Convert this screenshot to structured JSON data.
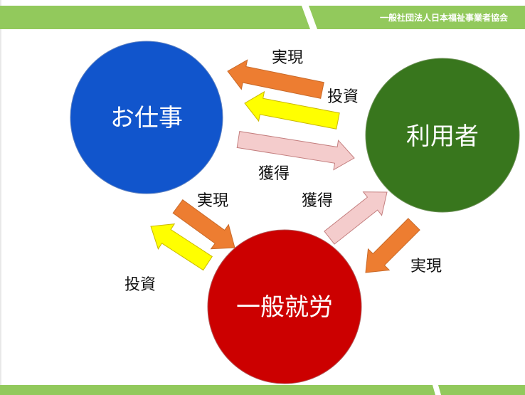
{
  "header": {
    "org_name": "一般社団法人日本福祉事業者協会"
  },
  "colors": {
    "bar_green": "#92c95c",
    "bar_light": "#c8e4a8",
    "circle_work": "#1155cc",
    "circle_user": "#38761d",
    "circle_general": "#cc0000",
    "arrow_orange": "#ed7d31",
    "arrow_yellow": "#ffff00",
    "arrow_pink": "#f4cccc"
  },
  "nodes": {
    "work": "お仕事",
    "user": "利用者",
    "general": "一般就労"
  },
  "labels": {
    "top_realize": "実現",
    "top_invest": "投資",
    "top_acquire": "獲得",
    "left_realize": "実現",
    "left_invest": "投資",
    "right_acquire": "獲得",
    "right_realize": "実現"
  }
}
